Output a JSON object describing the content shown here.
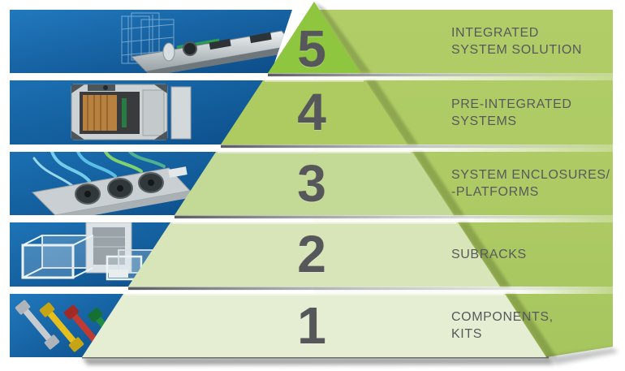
{
  "diagram": {
    "type": "pyramid",
    "levels_top_to_bottom": 5
  },
  "levels": [
    {
      "number": "5",
      "label": "INTEGRATED\nSYSTEM SOLUTION",
      "photo": "integrated-system-photo",
      "shape_color": "#8ec73f"
    },
    {
      "number": "4",
      "label": "PRE-INTEGRATED\nSYSTEMS",
      "photo": "pre-integrated-systems-photo",
      "shape_color": "#aecb62"
    },
    {
      "number": "3",
      "label": "SYSTEM ENCLOSURES/\n-PLATFORMS",
      "photo": "system-enclosures-photo",
      "shape_color": "#c3d996"
    },
    {
      "number": "2",
      "label": "SUBRACKS",
      "photo": "subracks-photo",
      "shape_color": "#d7e5b8"
    },
    {
      "number": "1",
      "label": "COMPONENTS,\nKITS",
      "photo": "components-kits-photo",
      "shape_color": "#e5eed2"
    }
  ],
  "colors": {
    "label_bar_green": "#adca64",
    "photo_background_blue": "#11609f",
    "number_color": "#56575a",
    "label_text_color": "#58595c",
    "shadow_gray": "#47484a",
    "background": "#ffffff"
  }
}
